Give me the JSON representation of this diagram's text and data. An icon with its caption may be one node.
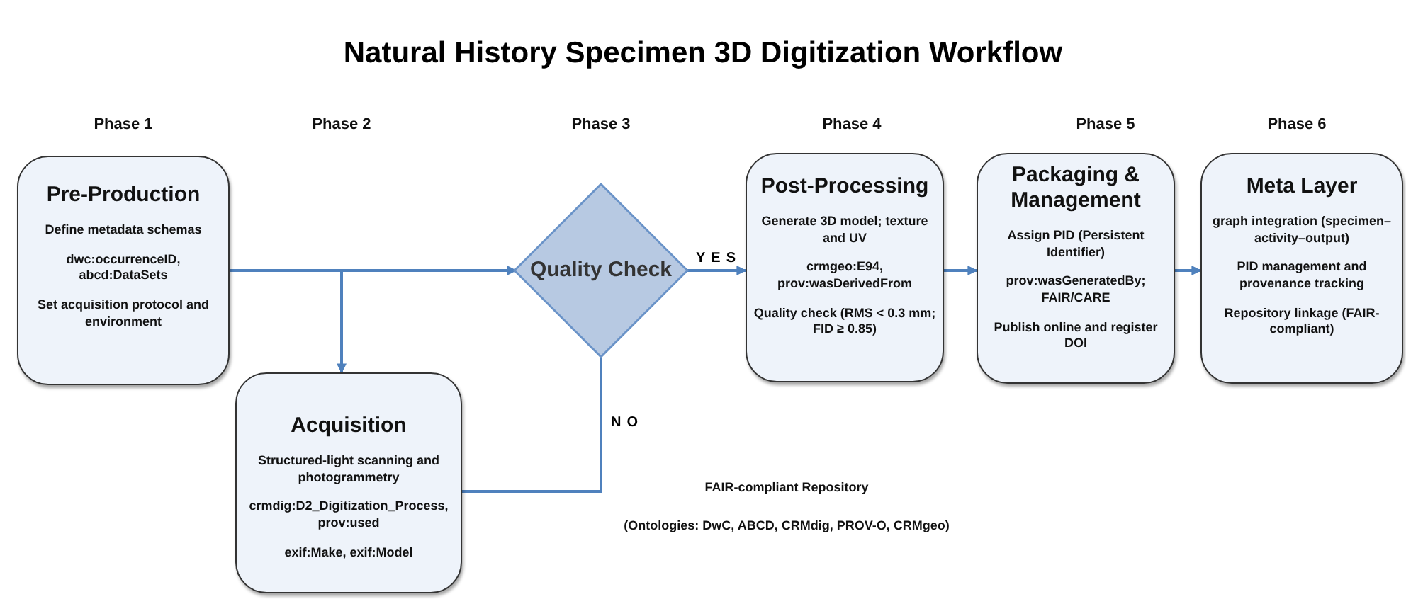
{
  "diagram": {
    "title": "Natural History Specimen 3D Digitization Workflow",
    "nodes": [
      {
        "text": [
          "Pre-Production",
          "Define metadata schemas",
          "dwc:occurrenceID, abcd:DataSets",
          "Set acquisition protocol and environment"
        ]
      },
      {
        "text": [
          "Acquisition",
          "Structured-light scanning and photogrammetry",
          "crmdig:D2_Digitization_Process, prov:used",
          "exif:Make, exif:Model"
        ]
      },
      {
        "text": [
          "Quality Check"
        ]
      },
      {
        "text": [
          "Post-Processing",
          "Generate 3D model; texture and UV",
          "crmgeo:E94, prov:wasDerivedFrom",
          "Quality check (RMS < 0.3 mm; FID ≥ 0.85)"
        ]
      },
      {
        "text": [
          "Packaging & Management",
          "Assign PID (Persistent Identifier)",
          "prov:wasGeneratedBy; FAIR/CARE",
          "Publish online and register DOI"
        ]
      },
      {
        "text": [
          "Meta Layer",
          "graph integration (specimen–activity–output)",
          "PID management and provenance tracking",
          "Repository linkage (FAIR-compliant)"
        ]
      }
    ],
    "edges": [
      {
        "from": 0,
        "to": 2,
        "arrow": "to"
      },
      {
        "from": 0,
        "to": 1,
        "arrow": "to"
      },
      {
        "from": 2,
        "to": 1,
        "arrow": "none",
        "label": "NO"
      },
      {
        "from": 2,
        "to": 3,
        "arrow": "to",
        "label": "YES"
      },
      {
        "from": 3,
        "to": 4,
        "arrow": "to"
      },
      {
        "from": 4,
        "to": 5,
        "arrow": "to"
      }
    ],
    "labels": [
      "Phase 1",
      "Phase 2",
      "Phase 3",
      "Phase 4",
      "Phase 5",
      "Phase 6",
      "FAIR-compliant Repository",
      "(Ontologies: DwC, ABCD, CRMdig, PROV-O, CRMgeo)"
    ]
  }
}
